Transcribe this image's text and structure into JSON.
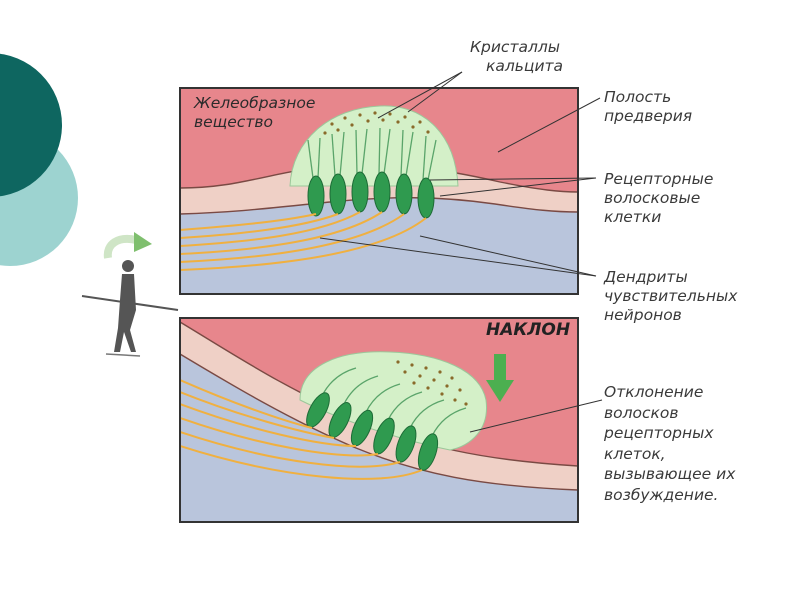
{
  "labels": {
    "crystals": [
      "Кристаллы",
      "кальцита"
    ],
    "gel": [
      "Желеобразное",
      "вещество"
    ],
    "vestibule": [
      "Полость",
      "предверия"
    ],
    "receptors": [
      "Рецепторные",
      "волосковые",
      "клетки"
    ],
    "dendrites": [
      "Дендриты",
      "чувствительных",
      "нейронов"
    ],
    "tilt": "НАКЛОН",
    "deflection": [
      "Отклонение",
      "волосков",
      "рецепторных",
      "клеток,",
      "вызывающее их",
      "возбуждение."
    ]
  },
  "colors": {
    "deco_dark": "#0e6660",
    "deco_light": "#9dd3d0",
    "cavity_pink": "#e7868c",
    "tissue_blue": "#b9c5dc",
    "gel_green": "#d4f0c8",
    "cell_green": "#2f9a4f",
    "nerve_orange": "#f0b040",
    "epithelium": "#efd0c6",
    "crystal": "#8a6a2a",
    "arrow_green": "#4caf50"
  },
  "icons": [
    "rotate-arrow-icon",
    "balancing-person-icon",
    "down-arrow-icon"
  ]
}
